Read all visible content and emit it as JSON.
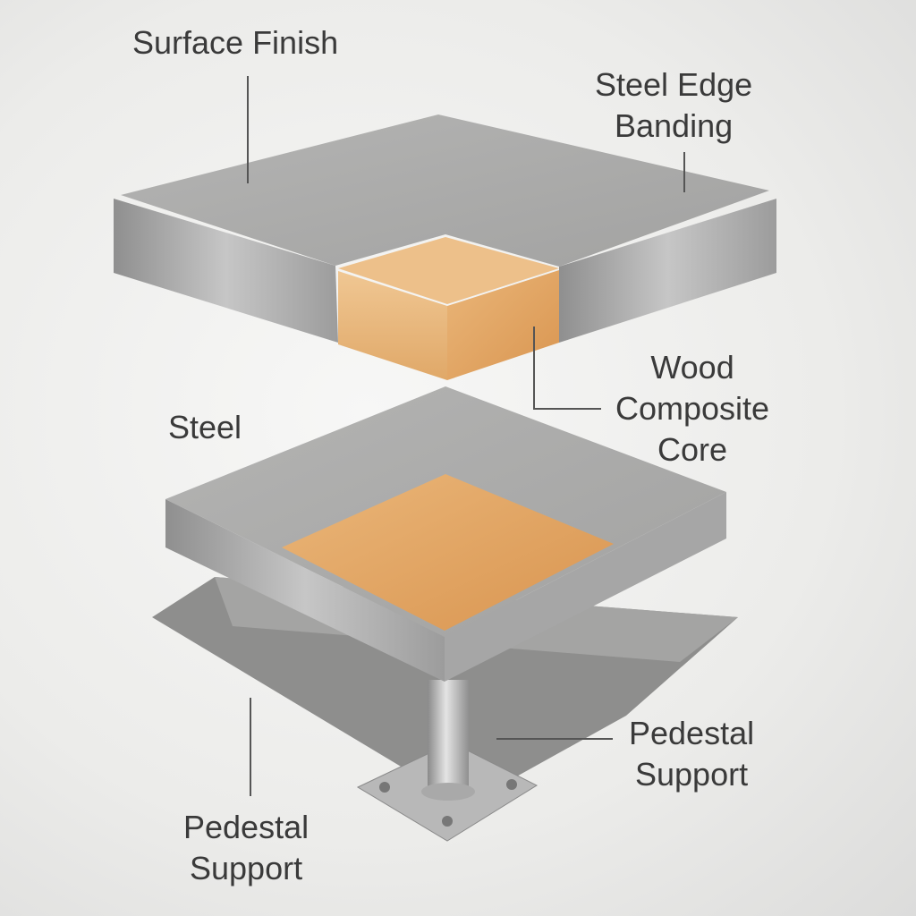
{
  "labels": {
    "surface_finish": "Surface Finish",
    "steel_edge_banding": [
      "Steel Edge",
      "Banding"
    ],
    "wood_composite_core": [
      "Wood",
      "Composite",
      "Core"
    ],
    "steel": "Steel",
    "pedestal_support_right": [
      "Pedestal",
      "Support"
    ],
    "pedestal_support_left": [
      "Pedestal",
      "Support"
    ]
  },
  "colors": {
    "steel": "#a9a9a8",
    "wood": "#e3a96a",
    "text": "#3a3a3a"
  }
}
